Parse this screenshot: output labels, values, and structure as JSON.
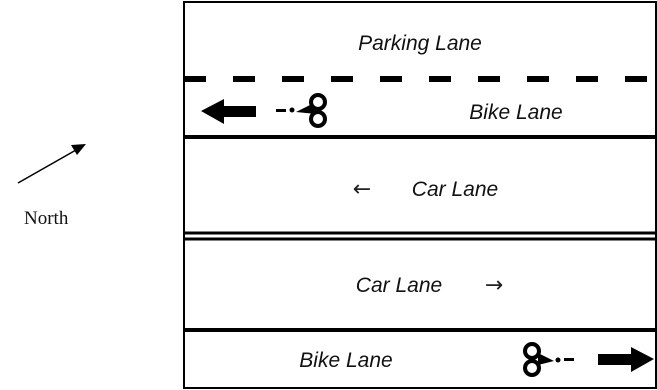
{
  "compass": {
    "label": "North"
  },
  "lanes": {
    "parking": {
      "label": "Parking Lane"
    },
    "bike_top": {
      "label": "Bike Lane",
      "direction": "west"
    },
    "car_top": {
      "label": "Car Lane",
      "direction": "west",
      "arrow_glyph": "←"
    },
    "car_bottom": {
      "label": "Car Lane",
      "direction": "east",
      "arrow_glyph": "→"
    },
    "bike_bottom": {
      "label": "Bike Lane",
      "direction": "east"
    }
  },
  "icons": [
    "north-arrow-icon",
    "left-arrow-icon",
    "bicycle-icon",
    "right-arrow-icon"
  ],
  "colors": {
    "line": "#000000",
    "background": "#ffffff"
  }
}
